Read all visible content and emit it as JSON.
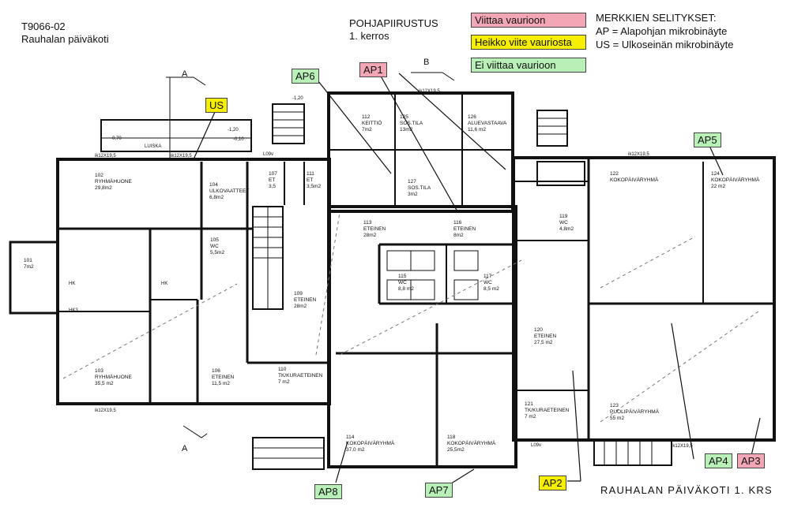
{
  "project": {
    "code": "T9066-02",
    "name": "Rauhalan päiväkoti"
  },
  "plan": {
    "title": "POHJAPIIRUSTUS",
    "floor": "1. kerros"
  },
  "legend": {
    "title": "MERKKIEN SELITYKSET:",
    "ap": "AP = Alapohjan mikrobinäyte",
    "us": "US = Ulkoseinän mikrobinäyte",
    "status": [
      {
        "label": "Viittaa vaurioon",
        "color": "#f3a6b6"
      },
      {
        "label": "Heikko viite vauriosta",
        "color": "#f6f000"
      },
      {
        "label": "Ei viittaa vaurioon",
        "color": "#b8f0b8"
      }
    ]
  },
  "samples": {
    "ap1": "AP1",
    "ap2": "AP2",
    "ap3": "AP3",
    "ap4": "AP4",
    "ap5": "AP5",
    "ap6": "AP6",
    "ap7": "AP7",
    "ap8": "AP8",
    "us": "US"
  },
  "rooms": {
    "r101": [
      "101",
      "7m2"
    ],
    "r102": [
      "102",
      "RYHMÄHUONE",
      "29,8m2"
    ],
    "r103": [
      "103",
      "RYHMÄHUONE",
      "35,5 m2"
    ],
    "r104": [
      "104",
      "ULKOVAATTEET",
      "6,8m2"
    ],
    "r105": [
      "105",
      "WC",
      "5,5m2"
    ],
    "r106": [
      "106",
      "ETEINEN",
      "11,5 m2"
    ],
    "r107": [
      "107",
      "ET",
      "3,5"
    ],
    "r109": [
      "109",
      "ETEINEN",
      "28m2"
    ],
    "r110": [
      "110",
      "TK/KURAETEINEN",
      "7 m2"
    ],
    "r111": [
      "111",
      "ET",
      "3,5m2"
    ],
    "r112": [
      "112",
      "KEITTIÖ",
      "7m2"
    ],
    "r113": [
      "113",
      "ETEINEN",
      "28m2"
    ],
    "r114": [
      "114",
      "KOKOPÄIVÄRYHMÄ",
      "37,0 m2"
    ],
    "r115": [
      "115",
      "WC",
      "8,8 m2"
    ],
    "r116": [
      "116",
      "ETEINEN",
      "8m2"
    ],
    "r117": [
      "117",
      "WC",
      "8,5 m2"
    ],
    "r118": [
      "118",
      "KOKOPÄIVÄRYHMÄ",
      "25,5m2"
    ],
    "r119": [
      "119",
      "WC",
      "4,8m2"
    ],
    "r120": [
      "120",
      "ETEINEN",
      "27,5 m2"
    ],
    "r121": [
      "121",
      "TK/KURAETEINEN",
      "7 m2"
    ],
    "r122": [
      "122",
      "KOKOPÄIVÄRYHMÄ"
    ],
    "r123": [
      "123",
      "PUOLIPÄIVÄRYHMÄ",
      "55 m2"
    ],
    "r124": [
      "124",
      "KOKOPÄIVÄRYHMÄ",
      "22 m2"
    ],
    "r125": [
      "125",
      "SOS.TILA",
      "13m2"
    ],
    "r126": [
      "126",
      "ALUEVASTAAVA",
      "11,6 m2"
    ],
    "r127": [
      "127",
      "SOS.TILA",
      "3m2"
    ]
  },
  "marks": {
    "luiska": "LUISKA",
    "sectionA": "A",
    "sectionB": "B",
    "lvl1": "-0,70",
    "lvl2": "-1,20",
    "lvl3": "-0,10",
    "lvl4": "-1,20",
    "window": "ik12X19,5",
    "door": "L09v",
    "hk": "HK",
    "hk3": "HK3"
  },
  "footer": "RAUHALAN PÄIVÄKOTI 1. KRS"
}
